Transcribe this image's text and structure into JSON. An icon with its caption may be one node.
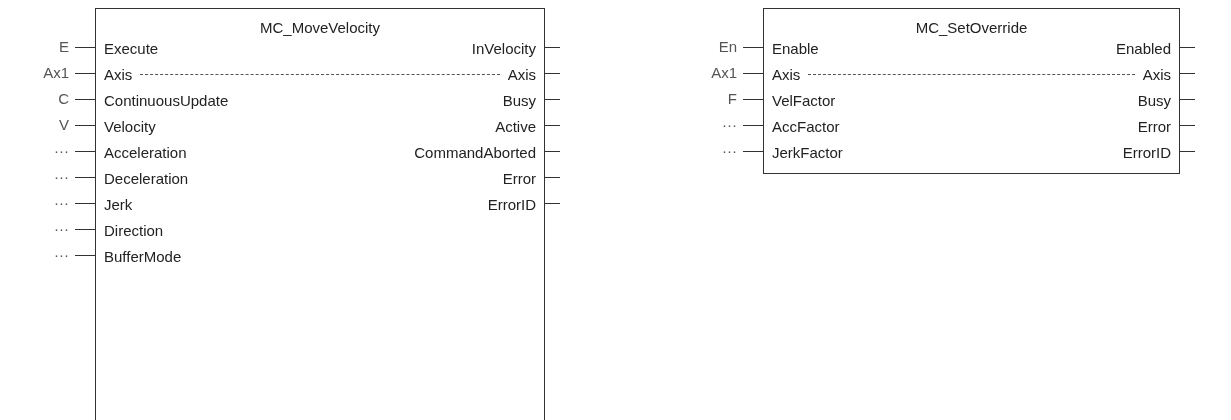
{
  "diagram": {
    "nodes": [
      {
        "text": [
          "MC_MoveVelocity"
        ]
      },
      {
        "text": [
          "MC_SetOverride"
        ]
      }
    ],
    "labels": [
      "E",
      "Execute",
      "InVelocity",
      "Ax1",
      "Axis",
      "Axis",
      "C",
      "ContinuousUpdate",
      "Busy",
      "V",
      "Velocity",
      "Active",
      "···",
      "Acceleration",
      "CommandAborted",
      "···",
      "Deceleration",
      "Error",
      "···",
      "Jerk",
      "ErrorID",
      "···",
      "Direction",
      "···",
      "BufferMode",
      "En",
      "Enable",
      "Enabled",
      "Ax1",
      "Axis",
      "Axis",
      "F",
      "VelFactor",
      "Busy",
      "···",
      "AccFactor",
      "Error",
      "···",
      "JerkFactor",
      "ErrorID"
    ]
  }
}
